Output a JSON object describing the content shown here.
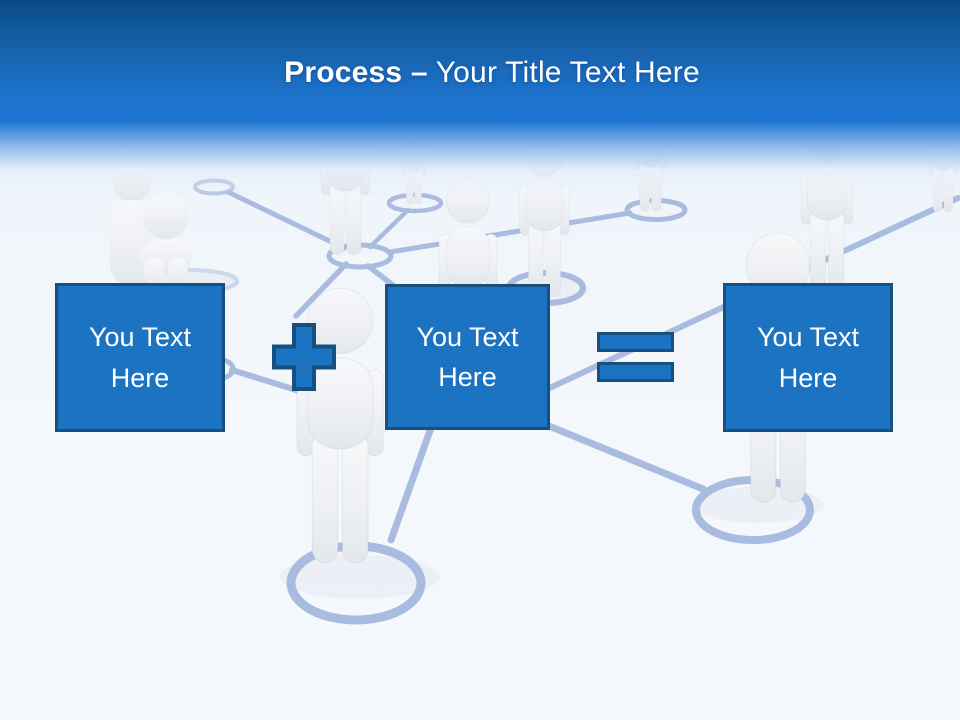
{
  "slide": {
    "title": {
      "bold": "Process",
      "separator": "–",
      "rest": "Your Title Text Here"
    },
    "boxes": [
      {
        "label": "You Text Here"
      },
      {
        "label": "You Text Here"
      },
      {
        "label": "You Text Here"
      }
    ],
    "operators": [
      {
        "type": "plus",
        "symbol": "+"
      },
      {
        "type": "equals",
        "symbol": "="
      }
    ],
    "background": {
      "illustration": "3d-white-people-network",
      "figure_count_visible": 11,
      "network_rings": 9
    },
    "colors": {
      "header_top": "#0c4a84",
      "header_mid": "#1e76d2",
      "title_text": "#ffffff",
      "box_fill": "#1c73c2",
      "box_border": "#15507f",
      "box_text": "#ffffff",
      "network_line": "#a9bcdf",
      "figure_fill": "#eceff2",
      "floor_background": "#f4f7fb"
    }
  }
}
